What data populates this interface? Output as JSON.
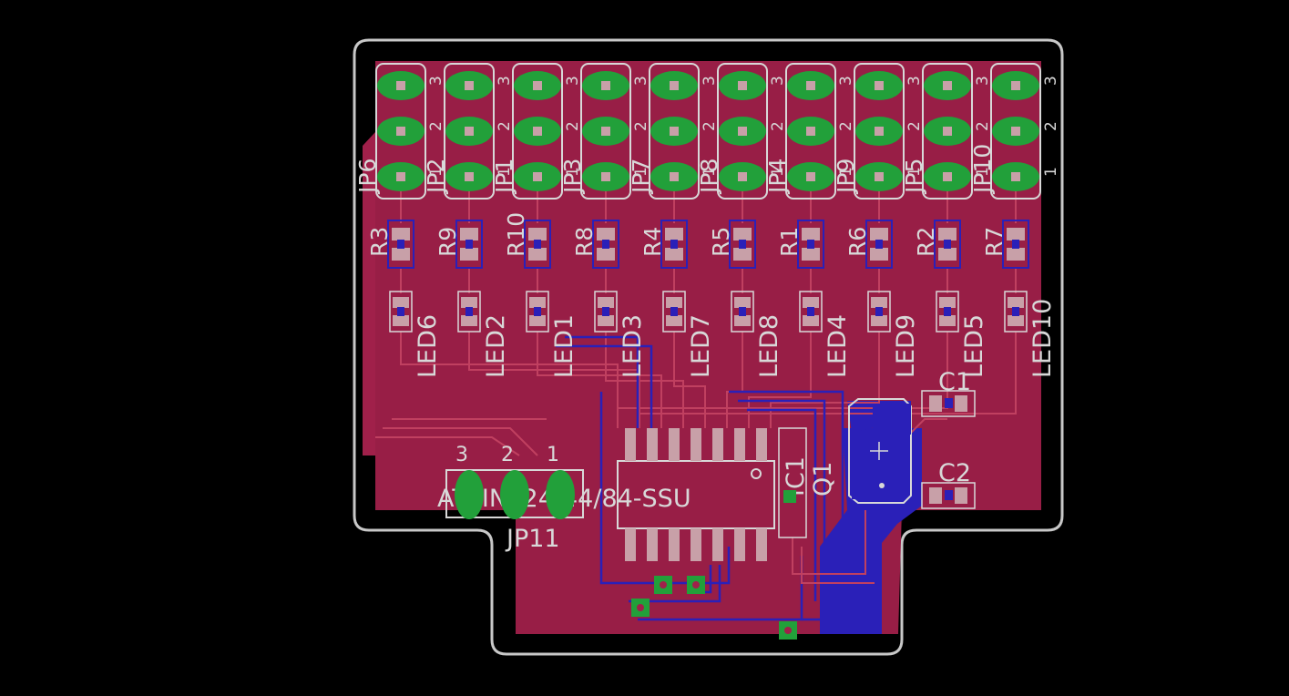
{
  "colors": {
    "background": "#000000",
    "outline": "#c8c8c8",
    "top_copper": "#a0204a",
    "bottom_copper": "#2a20b8",
    "pad": "#22a03a",
    "silk": "#d8d8d8",
    "smd_pad": "#c8a0a8"
  },
  "headers": [
    {
      "ref": "JP6",
      "pins": [
        "3",
        "2",
        "1"
      ]
    },
    {
      "ref": "JP2",
      "pins": [
        "3",
        "2",
        "1"
      ]
    },
    {
      "ref": "JP1",
      "pins": [
        "3",
        "2",
        "1"
      ]
    },
    {
      "ref": "JP3",
      "pins": [
        "3",
        "2",
        "1"
      ]
    },
    {
      "ref": "JP7",
      "pins": [
        "3",
        "2",
        "1"
      ]
    },
    {
      "ref": "JP8",
      "pins": [
        "3",
        "2",
        "1"
      ]
    },
    {
      "ref": "JP4",
      "pins": [
        "3",
        "2",
        "1"
      ]
    },
    {
      "ref": "JP9",
      "pins": [
        "3",
        "2",
        "1"
      ]
    },
    {
      "ref": "JP5",
      "pins": [
        "3",
        "2",
        "1"
      ]
    },
    {
      "ref": "JP10",
      "pins": [
        "3",
        "2",
        "1"
      ]
    }
  ],
  "resistors": [
    "R3",
    "R9",
    "R10",
    "R8",
    "R4",
    "R5",
    "R1",
    "R6",
    "R2",
    "R7"
  ],
  "leds": [
    "LED6",
    "LED2",
    "LED1",
    "LED3",
    "LED7",
    "LED8",
    "LED4",
    "LED9",
    "LED5",
    "LED10"
  ],
  "ic": {
    "name": "ATTINY24/44/84-SSU"
  },
  "connector": {
    "ref": "JP11",
    "pins": [
      "3",
      "2",
      "1"
    ]
  },
  "crystal": {
    "ref": "Q1"
  },
  "caps": [
    "C1",
    "C2"
  ],
  "ic_cap": {
    "ref": "IC1"
  }
}
